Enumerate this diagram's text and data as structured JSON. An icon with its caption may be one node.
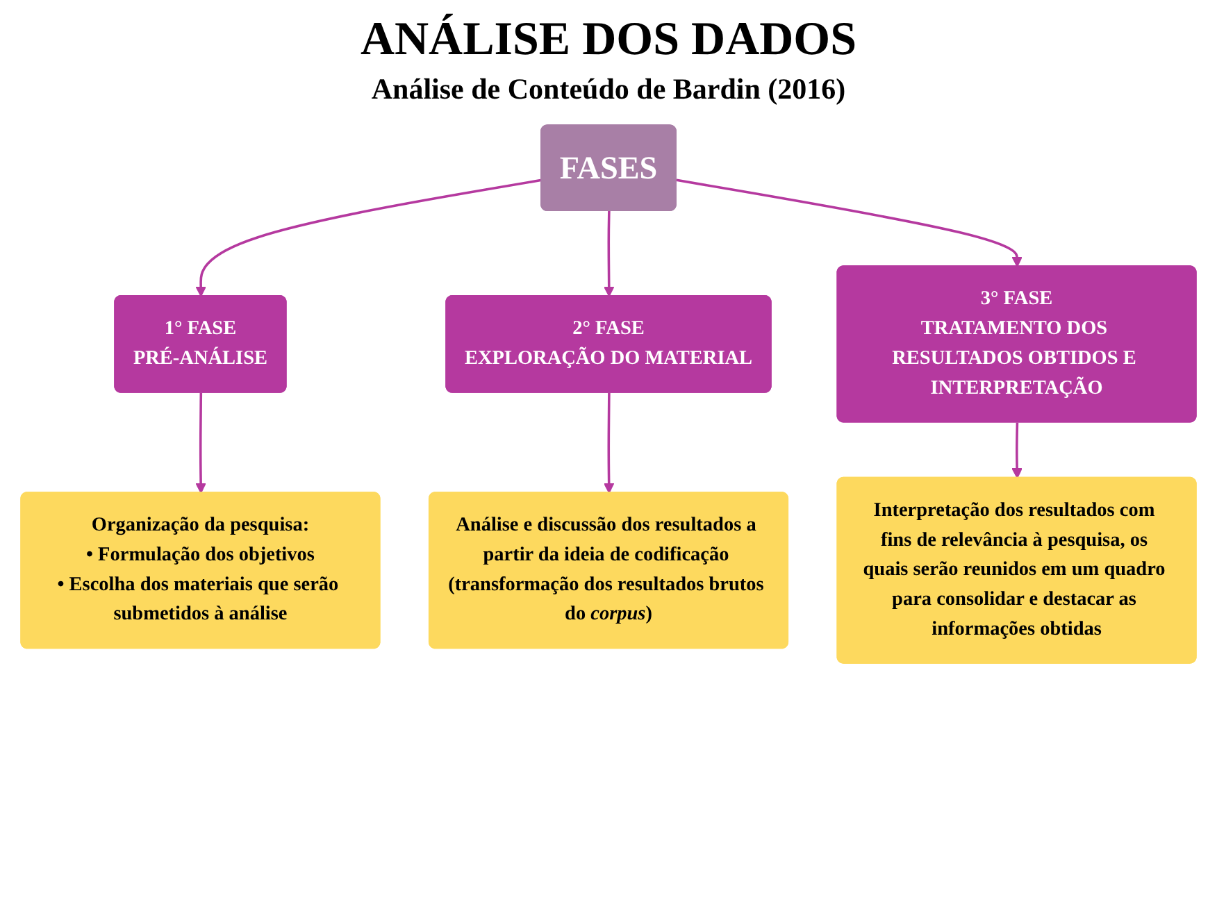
{
  "diagram": {
    "title": "ANÁLISE DOS DADOS",
    "nodes": [
      {
        "text": [
          "FASES"
        ]
      },
      {
        "text": [
          "1° FASE",
          "PRÉ-ANÁLISE"
        ]
      },
      {
        "text": [
          "2° FASE",
          "EXPLORAÇÃO DO MATERIAL"
        ]
      },
      {
        "text": [
          "3° FASE",
          "TRATAMENTO DOS RESULTADOS OBTIDOS E INTERPRETAÇÃO"
        ]
      },
      {
        "text": [
          "Análise e discussão dos resultados a partir da ideia de codificação (transformação dos resultados brutos do *corpus*)"
        ]
      },
      {
        "text": [
          "Organização da pesquisa:",
          "• Formulação dos objetivos",
          "• Escolha dos materiais que serão submetidos à análise"
        ]
      },
      {
        "text": [
          "Interpretação dos resultados com fins de relevância à pesquisa, os quais serão reunidos em um quadro para consolidar e destacar as informações obtidas"
        ]
      }
    ],
    "edges": [
      {
        "from": 0,
        "to": 1,
        "arrow": "to"
      },
      {
        "from": 0,
        "to": 2,
        "arrow": "to"
      },
      {
        "from": 0,
        "to": 3,
        "arrow": "to"
      },
      {
        "from": 2,
        "to": 4,
        "arrow": "to"
      },
      {
        "from": 1,
        "to": 5,
        "arrow": "to"
      },
      {
        "from": 3,
        "to": 6,
        "arrow": "to"
      }
    ],
    "labels": [
      "Análise de Conteúdo de Bardin (2016)"
    ]
  }
}
